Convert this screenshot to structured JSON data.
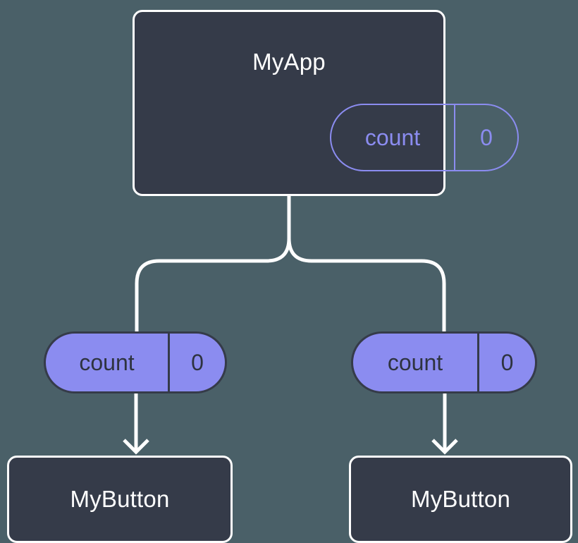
{
  "diagram": {
    "type": "component-state-flow",
    "background_color": "#4a6068",
    "colors": {
      "box_fill": "#353b49",
      "box_border": "#ffffff",
      "accent_purple": "#8b8cf0",
      "pill_text_dark": "#2e3340",
      "connector": "#ffffff"
    }
  },
  "root": {
    "name": "MyApp",
    "state_pill": {
      "key": "count",
      "value": "0",
      "style": "outline"
    }
  },
  "children": [
    {
      "prop_pill": {
        "key": "count",
        "value": "0",
        "style": "filled"
      },
      "component": {
        "name": "MyButton"
      }
    },
    {
      "prop_pill": {
        "key": "count",
        "value": "0",
        "style": "filled"
      },
      "component": {
        "name": "MyButton"
      }
    }
  ],
  "connectors": {
    "branch": "white rounded fork from MyApp bottom to both prop pills",
    "arrows": "white down arrows from each prop pill to its MyButton"
  }
}
